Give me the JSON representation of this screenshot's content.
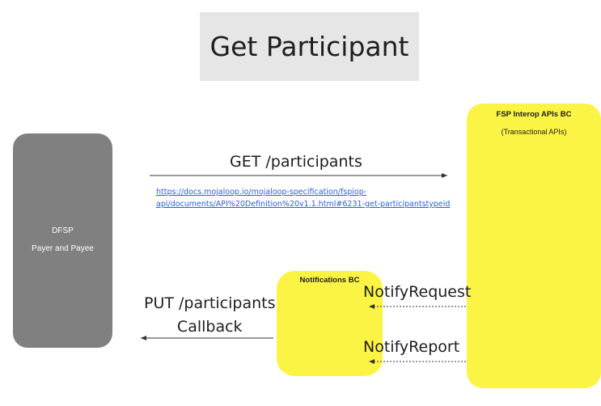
{
  "title": "Get Participant",
  "dfsp": {
    "name": "DFSP",
    "subtitle": "Payer and Payee"
  },
  "fsp_interop": {
    "name": "FSP Interop APIs BC",
    "subtitle": "(Transactional APIs)"
  },
  "notifications": {
    "name": "Notifications BC"
  },
  "messages": {
    "get": "GET /participants",
    "put_line1": "PUT /participants",
    "put_line2": "Callback",
    "notify_request": "NotifyRequest",
    "notify_report": "NotifyReport"
  },
  "link": {
    "line1": "https://docs.mojaloop.io/mojaloop-specification/fspiop-",
    "line2": "api/documents/API%20Definition%20v1.1.html#6231-get-participantstypeid"
  },
  "colors": {
    "title_bg": "#e6e6e6",
    "dfsp_bg": "#808080",
    "bc_bg": "#fcf444",
    "link": "#2b5fd9"
  }
}
